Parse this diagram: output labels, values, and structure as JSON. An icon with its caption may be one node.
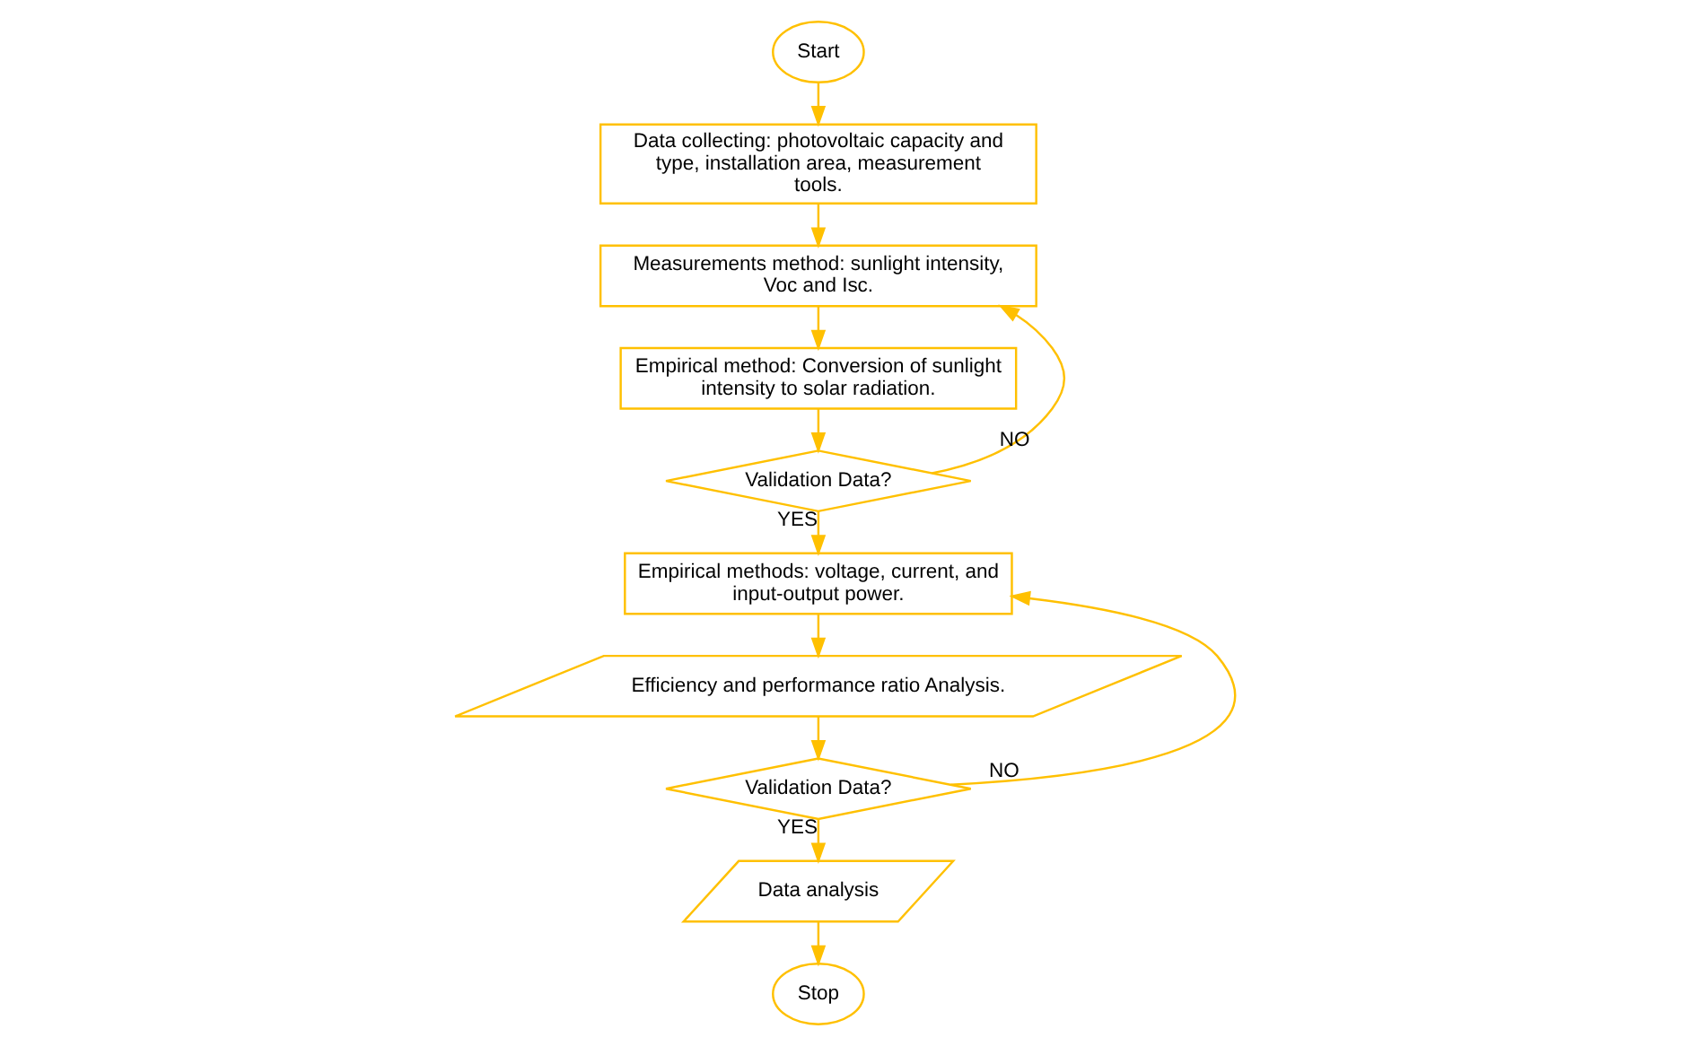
{
  "diagram": {
    "nodes": [
      {
        "text": [
          "Start"
        ]
      },
      {
        "text": [
          "Data collecting: photovoltaic capacity and type, installation area, measurement tools."
        ]
      },
      {
        "text": [
          "Measurements method: sunlight intensity, Voc and Isc."
        ]
      },
      {
        "text": [
          "Empirical method: Conversion of sunlight intensity to solar radiation."
        ]
      },
      {
        "text": [
          "Validation Data?"
        ]
      },
      {
        "text": [
          "Empirical methods: voltage, current, and input-output power."
        ]
      },
      {
        "text": [
          "Efficiency and performance ratio Analysis."
        ]
      },
      {
        "text": [
          "Validation Data?"
        ]
      },
      {
        "text": [
          "Data analysis"
        ]
      },
      {
        "text": [
          "Stop"
        ]
      }
    ],
    "edges": [
      {
        "from": 0,
        "to": 1,
        "arrow": "to"
      },
      {
        "from": 1,
        "to": 2,
        "arrow": "to"
      },
      {
        "from": 2,
        "to": 3,
        "arrow": "to"
      },
      {
        "from": 3,
        "to": 4,
        "arrow": "to"
      },
      {
        "from": 4,
        "to": 2,
        "arrow": "to",
        "label": "NO"
      },
      {
        "from": 4,
        "to": 5,
        "arrow": "to",
        "label": "YES"
      },
      {
        "from": 5,
        "to": 6,
        "arrow": "to"
      },
      {
        "from": 6,
        "to": 7,
        "arrow": "to"
      },
      {
        "from": 7,
        "to": 5,
        "arrow": "to",
        "label": "NO"
      },
      {
        "from": 7,
        "to": 8,
        "arrow": "to",
        "label": "YES"
      },
      {
        "from": 8,
        "to": 9,
        "arrow": "to"
      }
    ]
  }
}
